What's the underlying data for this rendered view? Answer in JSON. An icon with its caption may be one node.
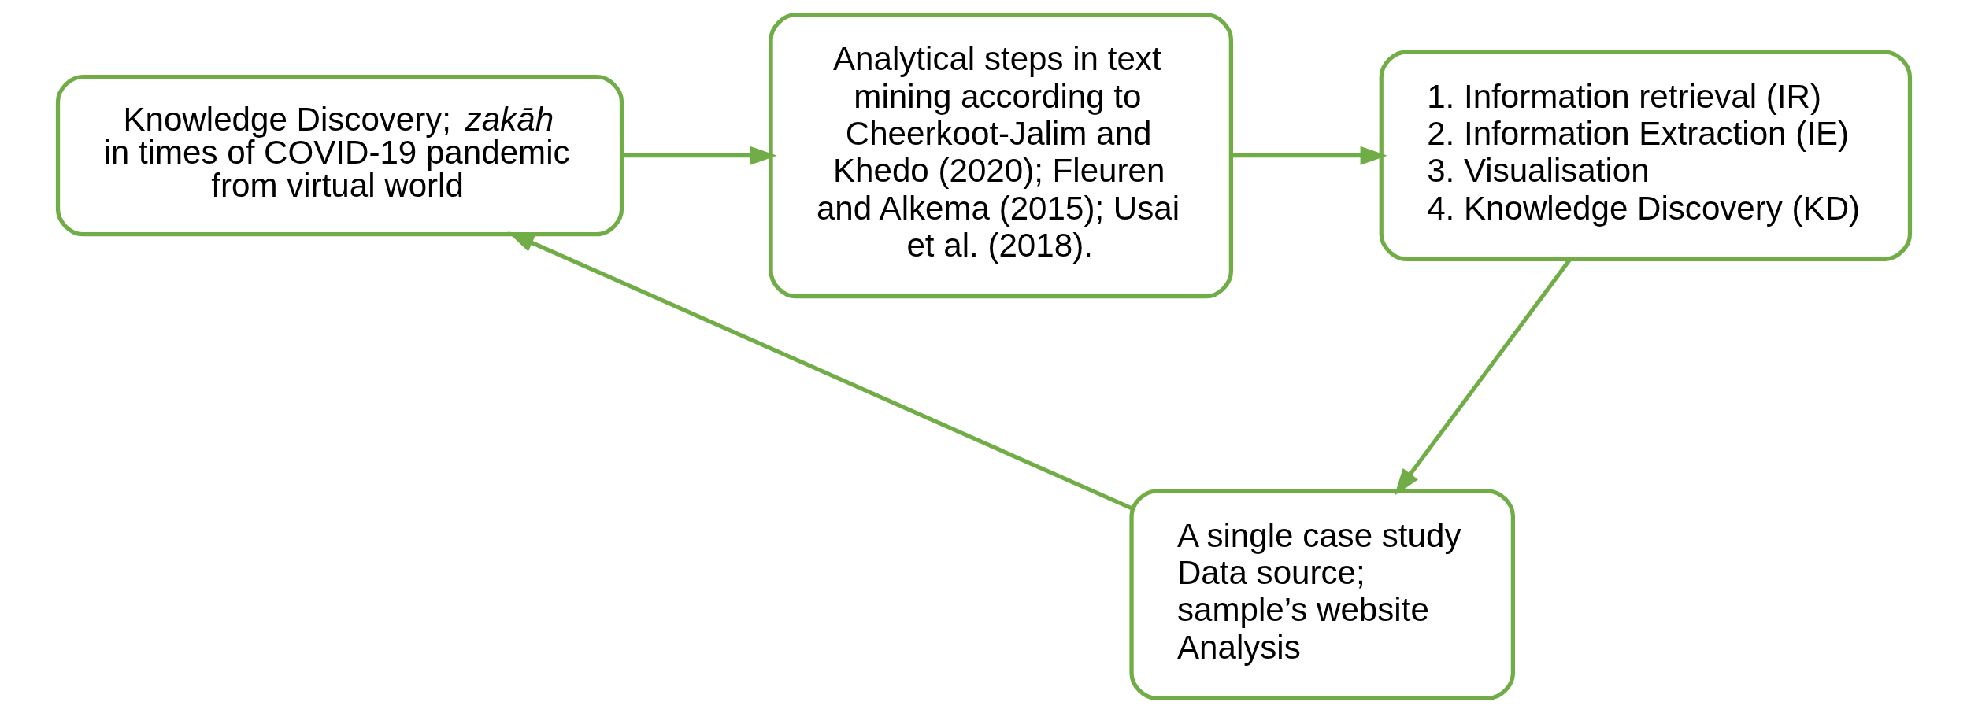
{
  "diagram": {
    "nodes": [
      {
        "text": [
          "Knowledge Discovery; *zakāh* in times of COVID-19 pandemic from virtual world"
        ]
      },
      {
        "text": [
          "Analytical steps in text mining according to Cheerkoot-Jalim and Khedo (2020); Fleuren and Alkema (2015); Usai et al. (2018)."
        ]
      },
      {
        "text": [
          "1. Information retrieval (IR)",
          "2. Information Extraction (IE)",
          "3. Visualisation",
          "4. Knowledge Discovery (KD)"
        ]
      },
      {
        "text": [
          "A single case study",
          "Data source; sample’s website",
          "Analysis"
        ]
      }
    ],
    "edges": [
      {
        "from": 0,
        "to": 1,
        "arrow": "to"
      },
      {
        "from": 1,
        "to": 2,
        "arrow": "to"
      },
      {
        "from": 2,
        "to": 3,
        "arrow": "to"
      },
      {
        "from": 3,
        "to": 0,
        "arrow": "to"
      }
    ]
  }
}
